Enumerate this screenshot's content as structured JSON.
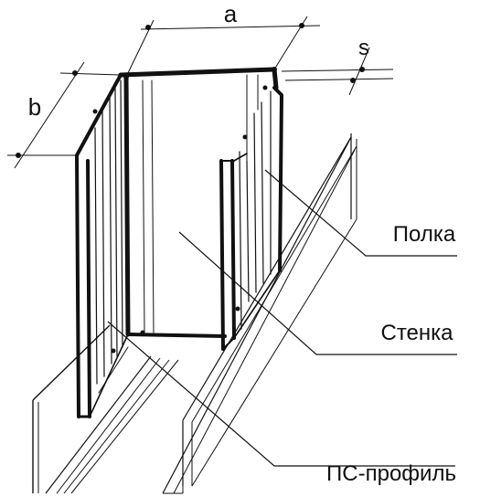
{
  "diagram": {
    "dimensions": {
      "a": "a",
      "b": "b",
      "s": "s"
    },
    "callouts": {
      "polka": "Полка",
      "stenka": "Стенка",
      "ps_profile": "ПС-профиль"
    }
  },
  "colors": {
    "ink": "#111111",
    "background": "#ffffff"
  }
}
